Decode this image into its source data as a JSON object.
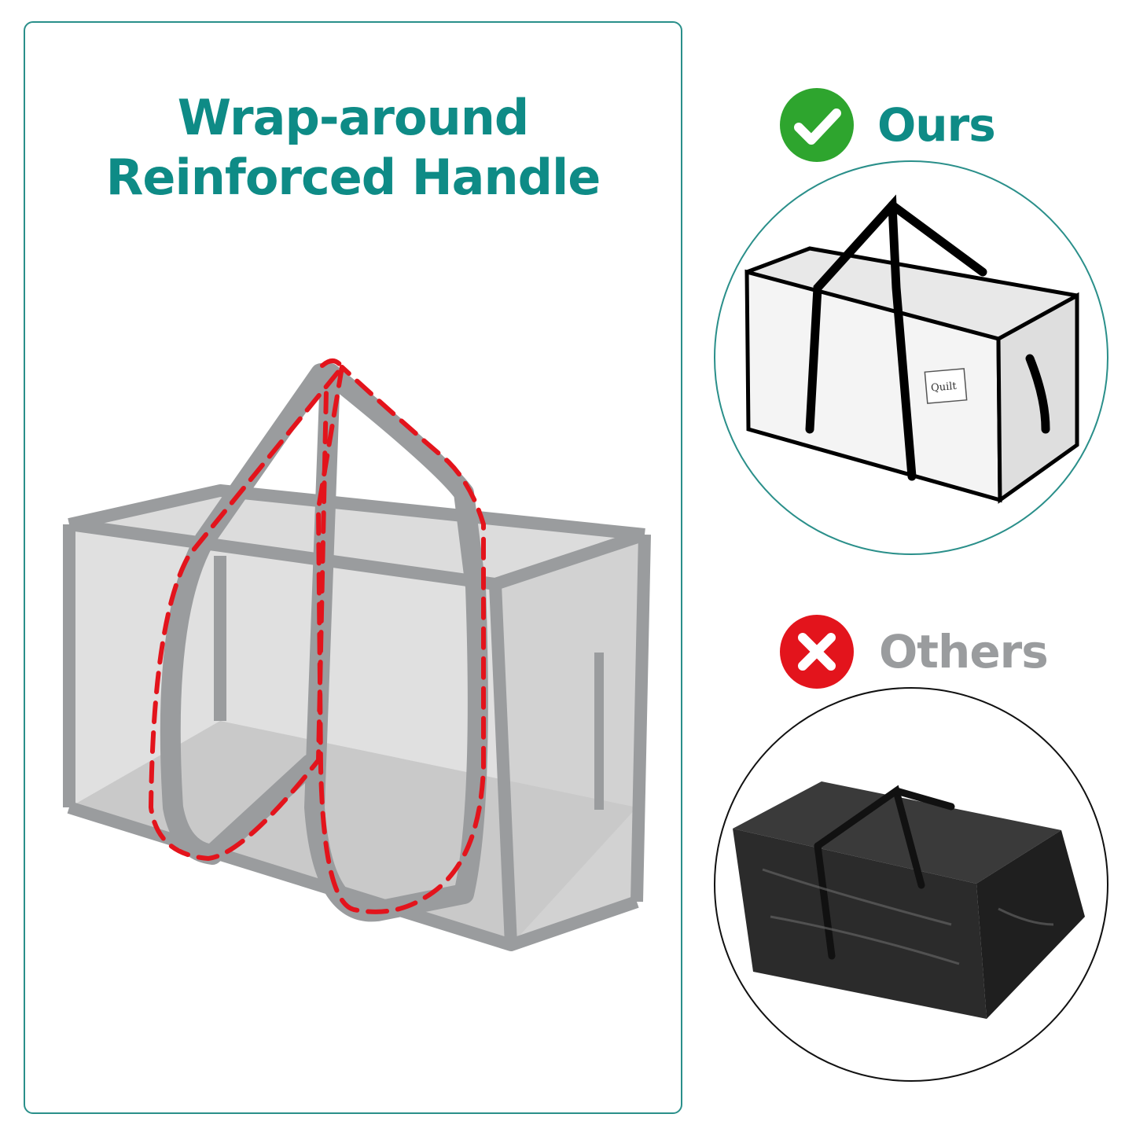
{
  "headline": {
    "line1": "Wrap-around",
    "line2": "Reinforced Handle"
  },
  "ours": {
    "label": "Ours",
    "icon": "check-circle-icon",
    "bag_label": "Quilt",
    "accent": "#0e8b86",
    "icon_color": "#2ea52e"
  },
  "others": {
    "label": "Others",
    "icon": "x-circle-icon",
    "label_color": "#9a9c9e",
    "icon_color": "#e3141c"
  },
  "colors": {
    "panel_border": "#2a8f8a",
    "handle_outline": "#e3141c",
    "bag_gray": "#9a9c9e"
  }
}
